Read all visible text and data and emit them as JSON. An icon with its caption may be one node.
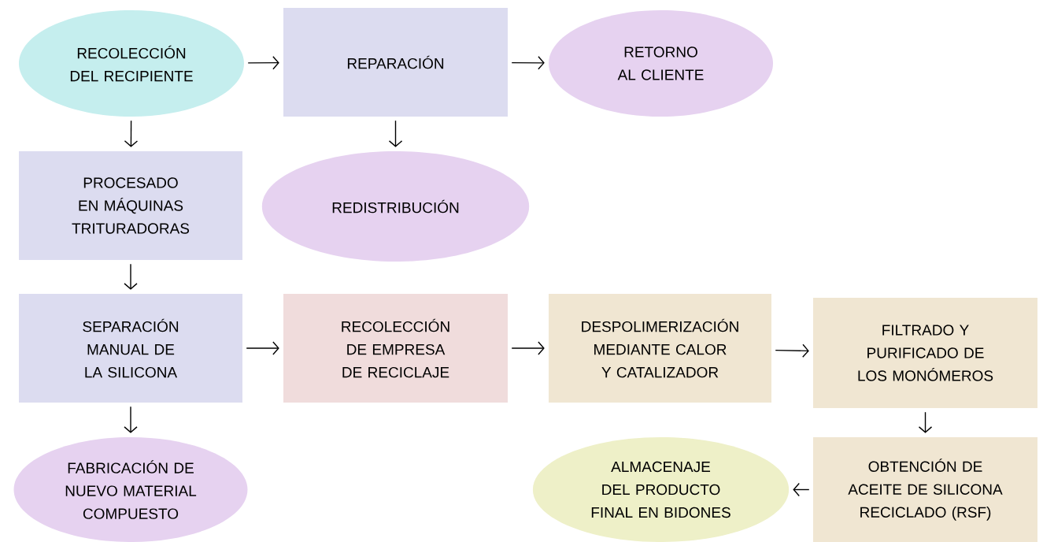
{
  "diagram": {
    "nodes": [
      {
        "text": [
          "RECOLECCIÓN DEL RECIPIENTE"
        ]
      },
      {
        "text": [
          "REPARACIÓN"
        ]
      },
      {
        "text": [
          "RETORNO AL CLIENTE"
        ]
      },
      {
        "text": [
          "PROCESADO EN MÁQUINAS TRITURADORAS"
        ]
      },
      {
        "text": [
          "REDISTRIBUCIÓN"
        ]
      },
      {
        "text": [
          "SEPARACIÓN MANUAL DE LA SILICONA"
        ]
      },
      {
        "text": [
          "RECOLECCIÓN DE EMPRESA DE RECICLAJE"
        ]
      },
      {
        "text": [
          "DESPOLIMERIZACIÓN MEDIANTE CALOR Y CATALIZADOR"
        ]
      },
      {
        "text": [
          "FILTRADO Y PURIFICADO DE LOS MONÓMEROS"
        ]
      },
      {
        "text": [
          "FABRICACIÓN DE NUEVO MATERIAL COMPUESTO"
        ]
      },
      {
        "text": [
          "ALMACENAJE DEL PRODUCTO FINAL EN BIDONES"
        ]
      },
      {
        "text": [
          "OBTENCIÓN DE ACEITE DE SILICONA RECICLADO (RSF)"
        ]
      }
    ],
    "edges": [
      {
        "from": 0,
        "to": 1,
        "arrow": "to"
      },
      {
        "from": 1,
        "to": 2,
        "arrow": "to"
      },
      {
        "from": 0,
        "to": 3,
        "arrow": "to"
      },
      {
        "from": 1,
        "to": 4,
        "arrow": "to"
      },
      {
        "from": 3,
        "to": 5,
        "arrow": "to"
      },
      {
        "from": 5,
        "to": 6,
        "arrow": "to"
      },
      {
        "from": 6,
        "to": 7,
        "arrow": "to"
      },
      {
        "from": 7,
        "to": 8,
        "arrow": "to"
      },
      {
        "from": 5,
        "to": 9,
        "arrow": "to"
      },
      {
        "from": 8,
        "to": 11,
        "arrow": "to"
      },
      {
        "from": 11,
        "to": 10,
        "arrow": "to"
      }
    ]
  }
}
